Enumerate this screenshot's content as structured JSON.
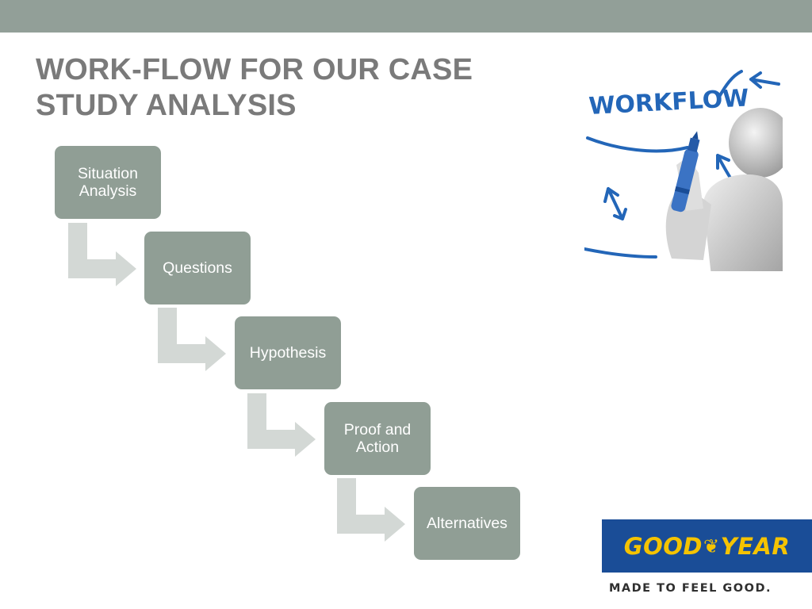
{
  "slide": {
    "title_line1": "WORK-FLOW FOR OUR CASE",
    "title_line2": "STUDY ANALYSIS"
  },
  "steps": [
    {
      "label": "Situation Analysis"
    },
    {
      "label": "Questions"
    },
    {
      "label": "Hypothesis"
    },
    {
      "label": "Proof and Action"
    },
    {
      "label": "Alternatives"
    }
  ],
  "image": {
    "text": "WORKFLOW"
  },
  "logo": {
    "brand_left": "GOOD",
    "brand_right": "YEAR",
    "tagline": "MADE TO FEEL GOOD."
  },
  "colors": {
    "topbar": "#929f98",
    "step_box": "#909e95",
    "connector": "#d3d8d5",
    "title": "#7a7a7a",
    "logo_blue": "#1a4d97",
    "logo_yellow": "#f5c300",
    "marker_blue": "#2366b8"
  }
}
